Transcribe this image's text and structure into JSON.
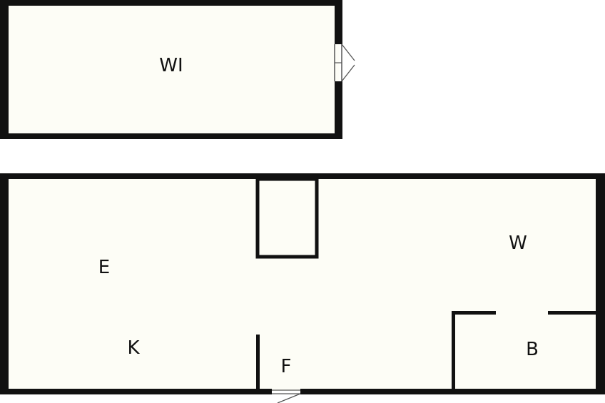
{
  "colors": {
    "wall": "#111111",
    "floor": "#fdfdf6",
    "background": "#ffffff",
    "door": "#555555"
  },
  "rooms": {
    "wi": {
      "label": "WI"
    },
    "e": {
      "label": "E"
    },
    "w": {
      "label": "W"
    },
    "k": {
      "label": "K"
    },
    "f": {
      "label": "F"
    },
    "b": {
      "label": "B"
    }
  }
}
